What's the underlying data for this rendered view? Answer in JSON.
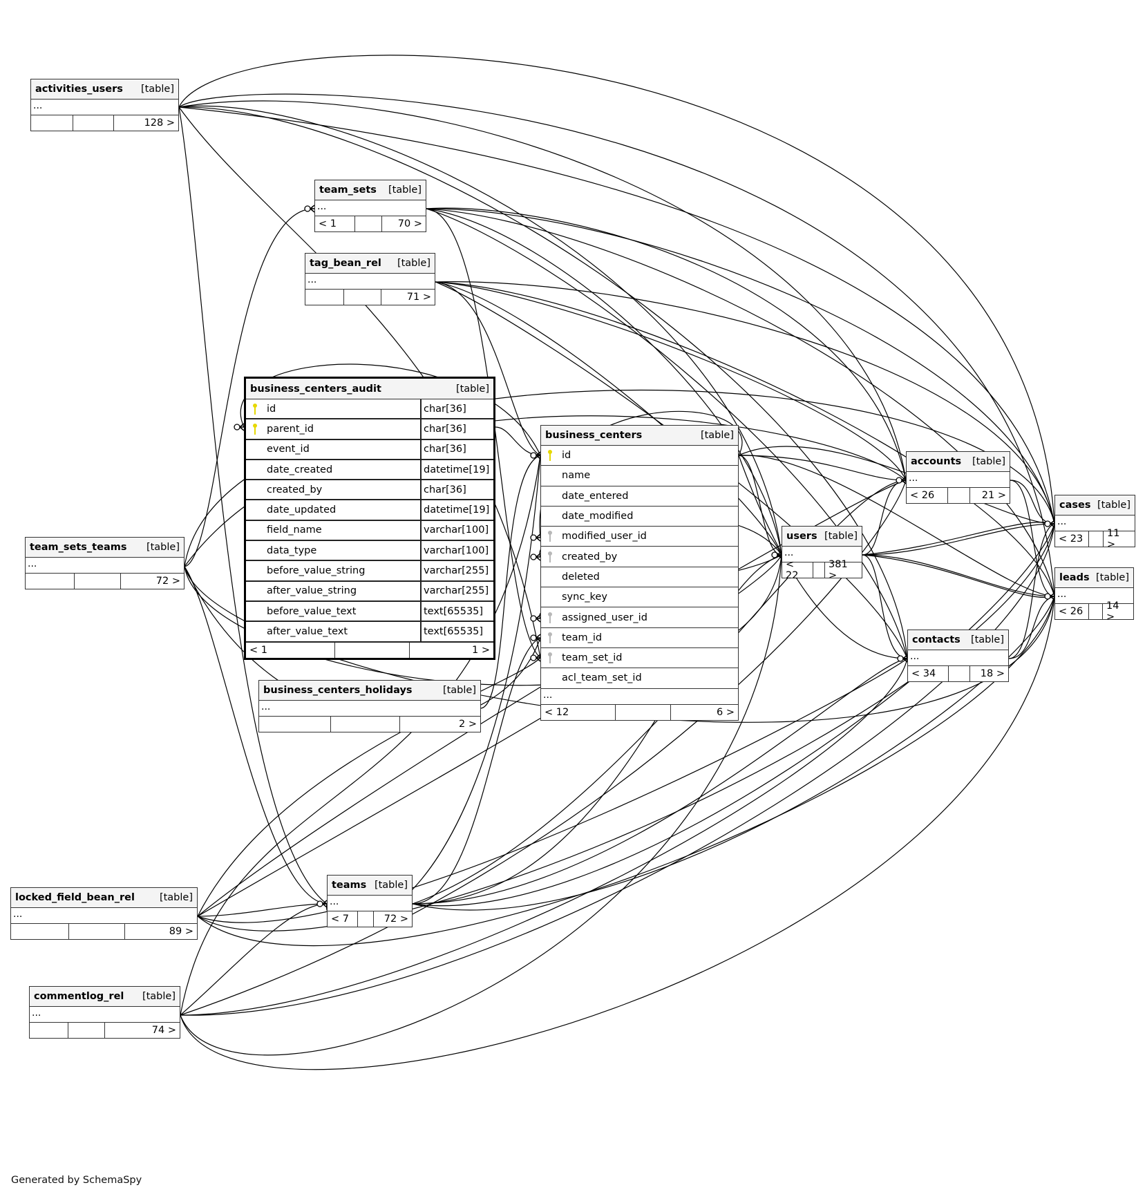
{
  "diagram": {
    "footer": "Generated by SchemaSpy",
    "table_tag": "[table]",
    "colors": {
      "pk_key": "#e6d800",
      "fk_key": "#b8b8b8",
      "line": "#000000",
      "header_bg": "#f4f4f4"
    },
    "tables": {
      "activities_users": {
        "name": "activities_users",
        "ellipsis": "...",
        "parents": "",
        "children": "128 >"
      },
      "team_sets": {
        "name": "team_sets",
        "ellipsis": "...",
        "parents": "< 1",
        "children": "70 >"
      },
      "tag_bean_rel": {
        "name": "tag_bean_rel",
        "ellipsis": "...",
        "parents": "",
        "children": "71 >"
      },
      "business_centers_audit": {
        "name": "business_centers_audit",
        "columns": [
          {
            "name": "id",
            "type": "char[36]",
            "key": "pk"
          },
          {
            "name": "parent_id",
            "type": "char[36]",
            "key": "pk"
          },
          {
            "name": "event_id",
            "type": "char[36]",
            "key": ""
          },
          {
            "name": "date_created",
            "type": "datetime[19]",
            "key": ""
          },
          {
            "name": "created_by",
            "type": "char[36]",
            "key": ""
          },
          {
            "name": "date_updated",
            "type": "datetime[19]",
            "key": ""
          },
          {
            "name": "field_name",
            "type": "varchar[100]",
            "key": ""
          },
          {
            "name": "data_type",
            "type": "varchar[100]",
            "key": ""
          },
          {
            "name": "before_value_string",
            "type": "varchar[255]",
            "key": ""
          },
          {
            "name": "after_value_string",
            "type": "varchar[255]",
            "key": ""
          },
          {
            "name": "before_value_text",
            "type": "text[65535]",
            "key": ""
          },
          {
            "name": "after_value_text",
            "type": "text[65535]",
            "key": ""
          }
        ],
        "parents": "< 1",
        "children": "1 >"
      },
      "business_centers_holidays": {
        "name": "business_centers_holidays",
        "ellipsis": "...",
        "parents": "",
        "children": "2 >"
      },
      "business_centers": {
        "name": "business_centers",
        "columns": [
          {
            "name": "id",
            "key": "pk"
          },
          {
            "name": "name",
            "key": ""
          },
          {
            "name": "date_entered",
            "key": ""
          },
          {
            "name": "date_modified",
            "key": ""
          },
          {
            "name": "modified_user_id",
            "key": "fk"
          },
          {
            "name": "created_by",
            "key": "fk"
          },
          {
            "name": "deleted",
            "key": ""
          },
          {
            "name": "sync_key",
            "key": ""
          },
          {
            "name": "assigned_user_id",
            "key": "fk"
          },
          {
            "name": "team_id",
            "key": "fk"
          },
          {
            "name": "team_set_id",
            "key": "fk"
          },
          {
            "name": "acl_team_set_id",
            "key": ""
          }
        ],
        "ellipsis": "...",
        "parents": "< 12",
        "children": "6 >"
      },
      "users": {
        "name": "users",
        "ellipsis": "...",
        "parents": "< 22",
        "children": "381 >"
      },
      "accounts": {
        "name": "accounts",
        "ellipsis": "...",
        "parents": "< 26",
        "children": "21 >"
      },
      "contacts": {
        "name": "contacts",
        "ellipsis": "...",
        "parents": "< 34",
        "children": "18 >"
      },
      "cases": {
        "name": "cases",
        "ellipsis": "...",
        "parents": "< 23",
        "children": "11 >"
      },
      "leads": {
        "name": "leads",
        "ellipsis": "...",
        "parents": "< 26",
        "children": "14 >"
      },
      "team_sets_teams": {
        "name": "team_sets_teams",
        "ellipsis": "...",
        "parents": "",
        "children": "72 >"
      },
      "teams": {
        "name": "teams",
        "ellipsis": "...",
        "parents": "< 7",
        "children": "72 >"
      },
      "locked_field_bean_rel": {
        "name": "locked_field_bean_rel",
        "ellipsis": "...",
        "parents": "",
        "children": "89 >"
      },
      "commentlog_rel": {
        "name": "commentlog_rel",
        "ellipsis": "...",
        "parents": "",
        "children": "74 >"
      }
    }
  }
}
